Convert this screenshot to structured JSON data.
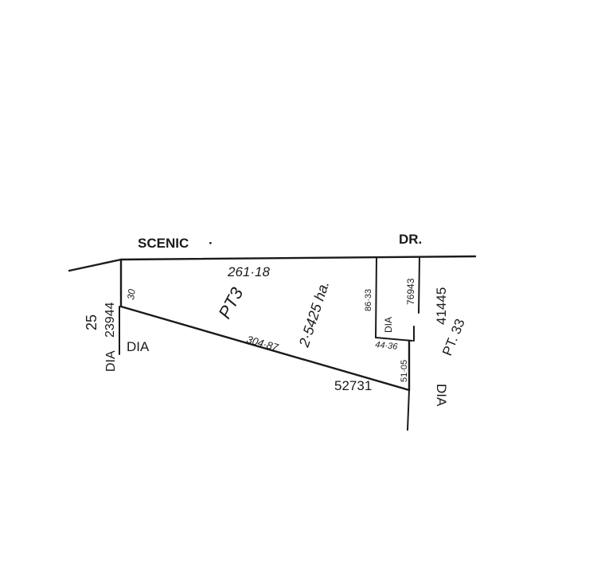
{
  "road": {
    "name_left": "SCENIC",
    "separator": "·",
    "name_right": "DR."
  },
  "parcel": {
    "lot": "PT3",
    "area": "2·5425 ha.",
    "frontage": "261·18",
    "diagonal": "304·87",
    "west_side": "30",
    "east_side": "51·05",
    "notch_side": "86·33",
    "notch_bottom": "44·36"
  },
  "neighbors": {
    "west_number": "25",
    "west_plan": "23944",
    "west_dia": "DIA",
    "south_dia": "DIA",
    "south_plan": "52731",
    "notch_dia": "DIA",
    "notch_plan": "76943",
    "east_plan": "41445",
    "east_pt": "PT. 33",
    "east_dia": "DIA"
  }
}
